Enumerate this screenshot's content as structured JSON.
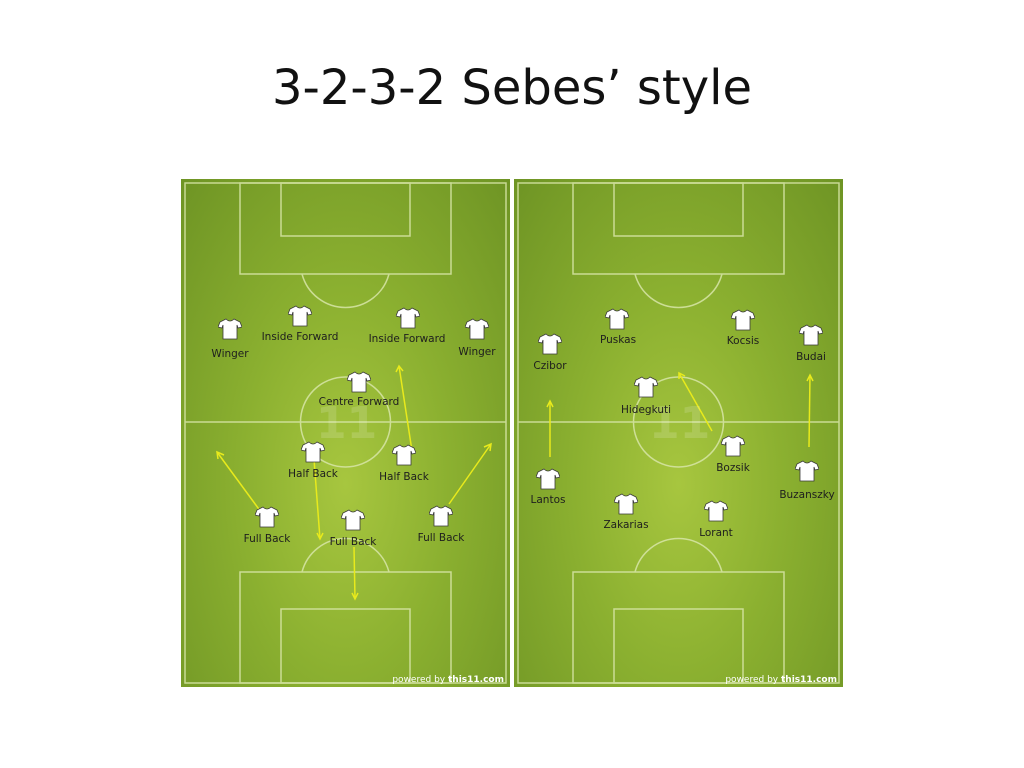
{
  "title": "3-2-3-2 Sebes’ style",
  "left_pitch": {
    "players": {
      "winger_left": "Winger",
      "inside_forward_left": "Inside Forward",
      "inside_forward_right": "Inside Forward",
      "winger_right": "Winger",
      "centre_forward": "Centre Forward",
      "half_back_left": "Half Back",
      "half_back_right": "Half Back",
      "full_back_left": "Full Back",
      "full_back_centre": "Full Back",
      "full_back_right": "Full Back"
    },
    "powered_by": "powered by",
    "brand": "this11.com"
  },
  "right_pitch": {
    "players": {
      "czibor": "Czibor",
      "puskas": "Puskas",
      "kocsis": "Kocsis",
      "budai": "Budai",
      "hidegkuti": "Hidegkuti",
      "bozsik": "Bozsik",
      "buzanszky": "Buzanszky",
      "lantos": "Lantos",
      "zakarias": "Zakarias",
      "lorant": "Lorant"
    },
    "powered_by": "powered by",
    "brand": "this11.com"
  },
  "colors": {
    "arrow": "#e8ea1c",
    "pitch_line": "#d8e6a8",
    "shirt": "#ffffff"
  },
  "icons": {
    "shirt": "player-shirt-icon",
    "arrow": "movement-arrow-icon"
  }
}
